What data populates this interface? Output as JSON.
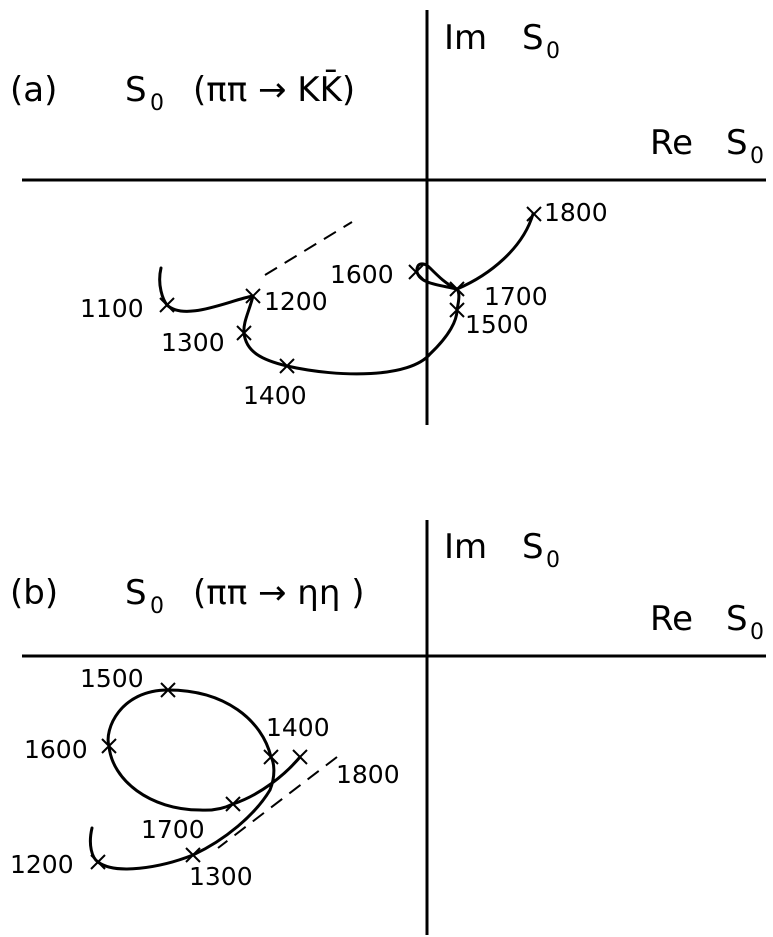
{
  "panels": [
    {
      "tag": "(a)",
      "s_letter": "S",
      "s_sub": "0",
      "reaction": "(ππ → KK̄)",
      "im_prefix": "Im",
      "re_prefix": "Re",
      "axis_s": "S",
      "axis_sub": "0",
      "points": [
        "1100",
        "1200",
        "1300",
        "1400",
        "1500",
        "1600",
        "1700",
        "1800"
      ]
    },
    {
      "tag": "(b)",
      "s_letter": "S",
      "s_sub": "0",
      "reaction": "(ππ → ηη )",
      "im_prefix": "Im",
      "re_prefix": "Re",
      "axis_s": "S",
      "axis_sub": "0",
      "points": [
        "1200",
        "1300",
        "1400",
        "1500",
        "1600",
        "1700",
        "1800"
      ]
    }
  ]
}
